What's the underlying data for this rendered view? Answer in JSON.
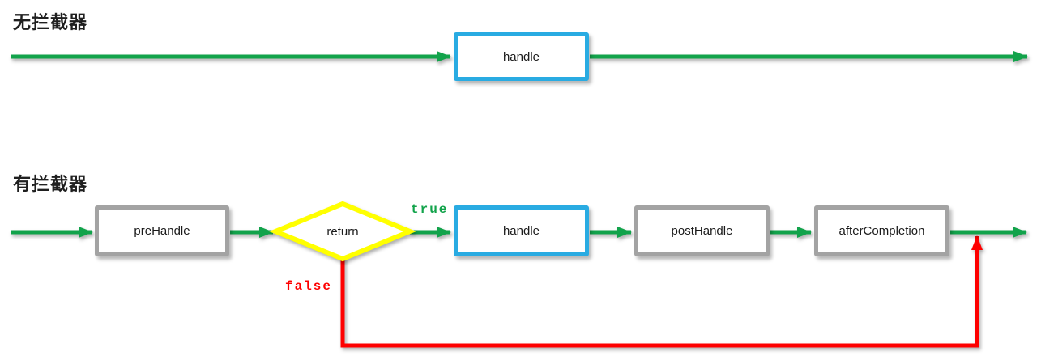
{
  "diagram": {
    "sections": {
      "no_interceptor": {
        "title": "无拦截器"
      },
      "with_interceptor": {
        "title": "有拦截器"
      }
    },
    "nodes": {
      "handle_top": {
        "label": "handle"
      },
      "pre_handle": {
        "label": "preHandle"
      },
      "return_decision": {
        "label": "return"
      },
      "handle": {
        "label": "handle"
      },
      "post_handle": {
        "label": "postHandle"
      },
      "after_completion": {
        "label": "afterCompletion"
      }
    },
    "edge_labels": {
      "true_branch": "true",
      "false_branch": "false"
    },
    "colors": {
      "flow_green": "#12A34B",
      "branch_red": "#FE0000",
      "handler_blue": "#29ABE2",
      "interceptor_gray": "#A3A3A3",
      "decision_yellow": "#FFFF00",
      "label_black": "#1B1B1B"
    }
  }
}
